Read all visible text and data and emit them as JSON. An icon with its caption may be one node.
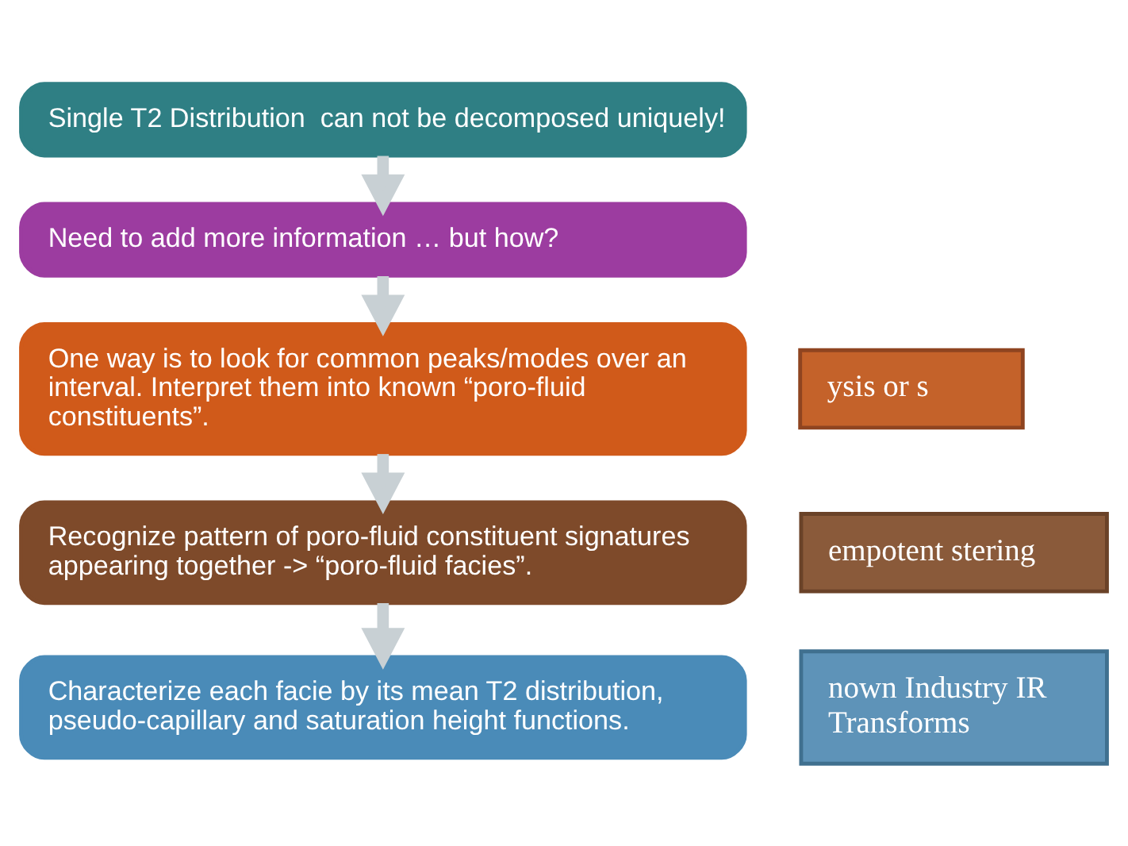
{
  "diagram": {
    "nodes": [
      {
        "text": [
          "Single T2 Distribution  can not be decomposed uniquely!"
        ]
      },
      {
        "text": [
          "Need to add more information … but how?"
        ]
      },
      {
        "text": [
          "ysis or s"
        ]
      },
      {
        "text": [
          "One way is to look for common peaks/modes over an interval. Interpret them into known “poro-fluid constituents”."
        ]
      },
      {
        "text": [
          "empotent stering"
        ]
      },
      {
        "text": [
          "Recognize pattern of poro-fluid constituent signatures appearing together -> “poro-fluid facies”."
        ]
      },
      {
        "text": [
          "nown Industry IR Transforms"
        ]
      },
      {
        "text": [
          "Characterize each facie by its mean T2 distribution, pseudo-capillary and saturation height functions."
        ]
      }
    ],
    "edges": [
      {
        "from": 0,
        "to": 1,
        "arrow": "to"
      },
      {
        "from": 1,
        "to": 3,
        "arrow": "to"
      },
      {
        "from": 3,
        "to": 5,
        "arrow": "to"
      },
      {
        "from": 5,
        "to": 7,
        "arrow": "to"
      }
    ]
  }
}
